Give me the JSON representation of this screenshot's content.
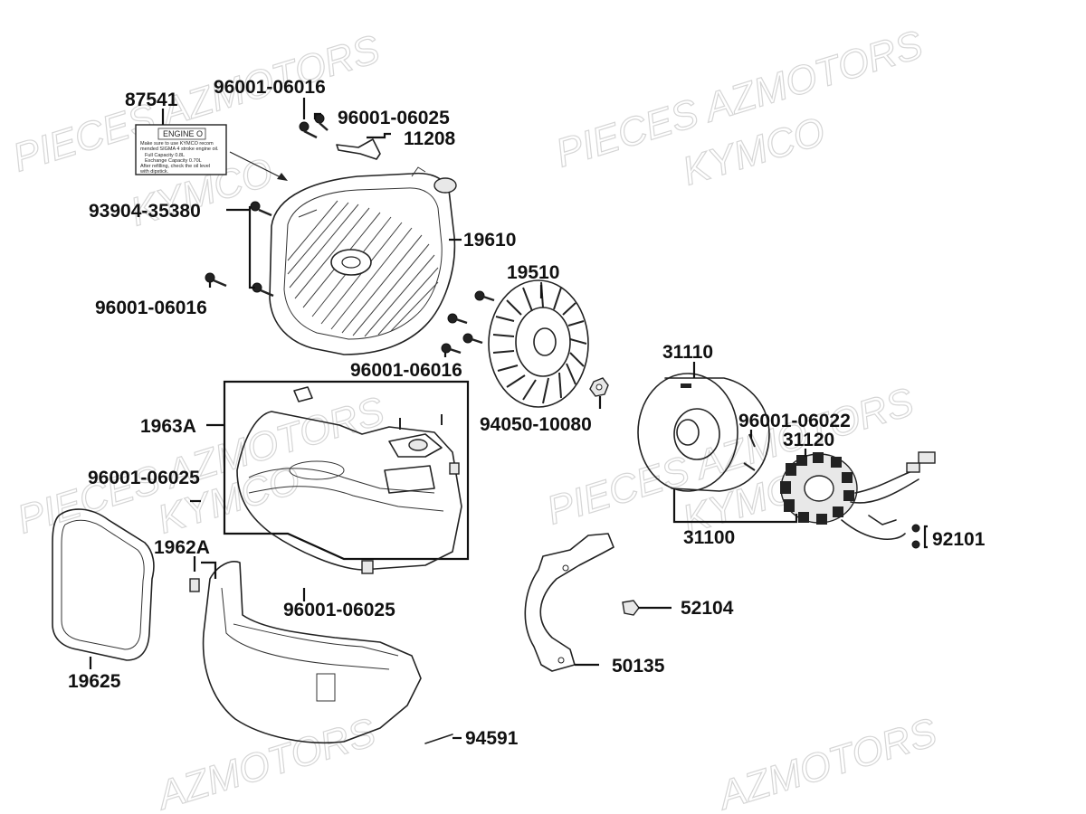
{
  "watermarks": [
    {
      "text": "PIECES AZMOTORS"
    },
    {
      "text": "KYMCO"
    },
    {
      "text": "PIECES AZMOTORS"
    },
    {
      "text": "KYMCO"
    },
    {
      "text": "PIECES AZMOTORS"
    },
    {
      "text": "KYMCO"
    },
    {
      "text": "PIECES AZMOTORS"
    },
    {
      "text": "KYMCO"
    },
    {
      "text": "AZMOTORS"
    },
    {
      "text": "AZMOTORS"
    }
  ],
  "sticker": {
    "title": "ENGINE O",
    "lines": [
      "Make sure to use KYMCO recom",
      "mended SIGMA 4 stroke engine oil.",
      "Full Capacity          0.8L",
      "Exchange Capacity   0.70L",
      "After refilling, check the oil level",
      "with dipstick."
    ]
  },
  "part_labels": [
    {
      "id": "p87541",
      "text": "87541"
    },
    {
      "id": "p96001_06016_a",
      "text": "96001-06016"
    },
    {
      "id": "p96001_06025_a",
      "text": "96001-06025"
    },
    {
      "id": "p11208",
      "text": "11208"
    },
    {
      "id": "p93904_35380",
      "text": "93904-35380"
    },
    {
      "id": "p19610",
      "text": "19610"
    },
    {
      "id": "p19510",
      "text": "19510"
    },
    {
      "id": "p96001_06016_b",
      "text": "96001-06016"
    },
    {
      "id": "p96001_06016_c",
      "text": "96001-06016"
    },
    {
      "id": "p31110",
      "text": "31110"
    },
    {
      "id": "p94050_10080",
      "text": "94050-10080"
    },
    {
      "id": "p1963A",
      "text": "1963A"
    },
    {
      "id": "p96001_06022",
      "text": "96001-06022"
    },
    {
      "id": "p31120",
      "text": "31120"
    },
    {
      "id": "p96001_06025_b",
      "text": "96001-06025"
    },
    {
      "id": "p31100",
      "text": "31100"
    },
    {
      "id": "p92101",
      "text": "92101"
    },
    {
      "id": "p1962A",
      "text": "1962A"
    },
    {
      "id": "p96001_06025_c",
      "text": "96001-06025"
    },
    {
      "id": "p52104",
      "text": "52104"
    },
    {
      "id": "p19625",
      "text": "19625"
    },
    {
      "id": "p50135",
      "text": "50135"
    },
    {
      "id": "p94591",
      "text": "94591"
    }
  ]
}
